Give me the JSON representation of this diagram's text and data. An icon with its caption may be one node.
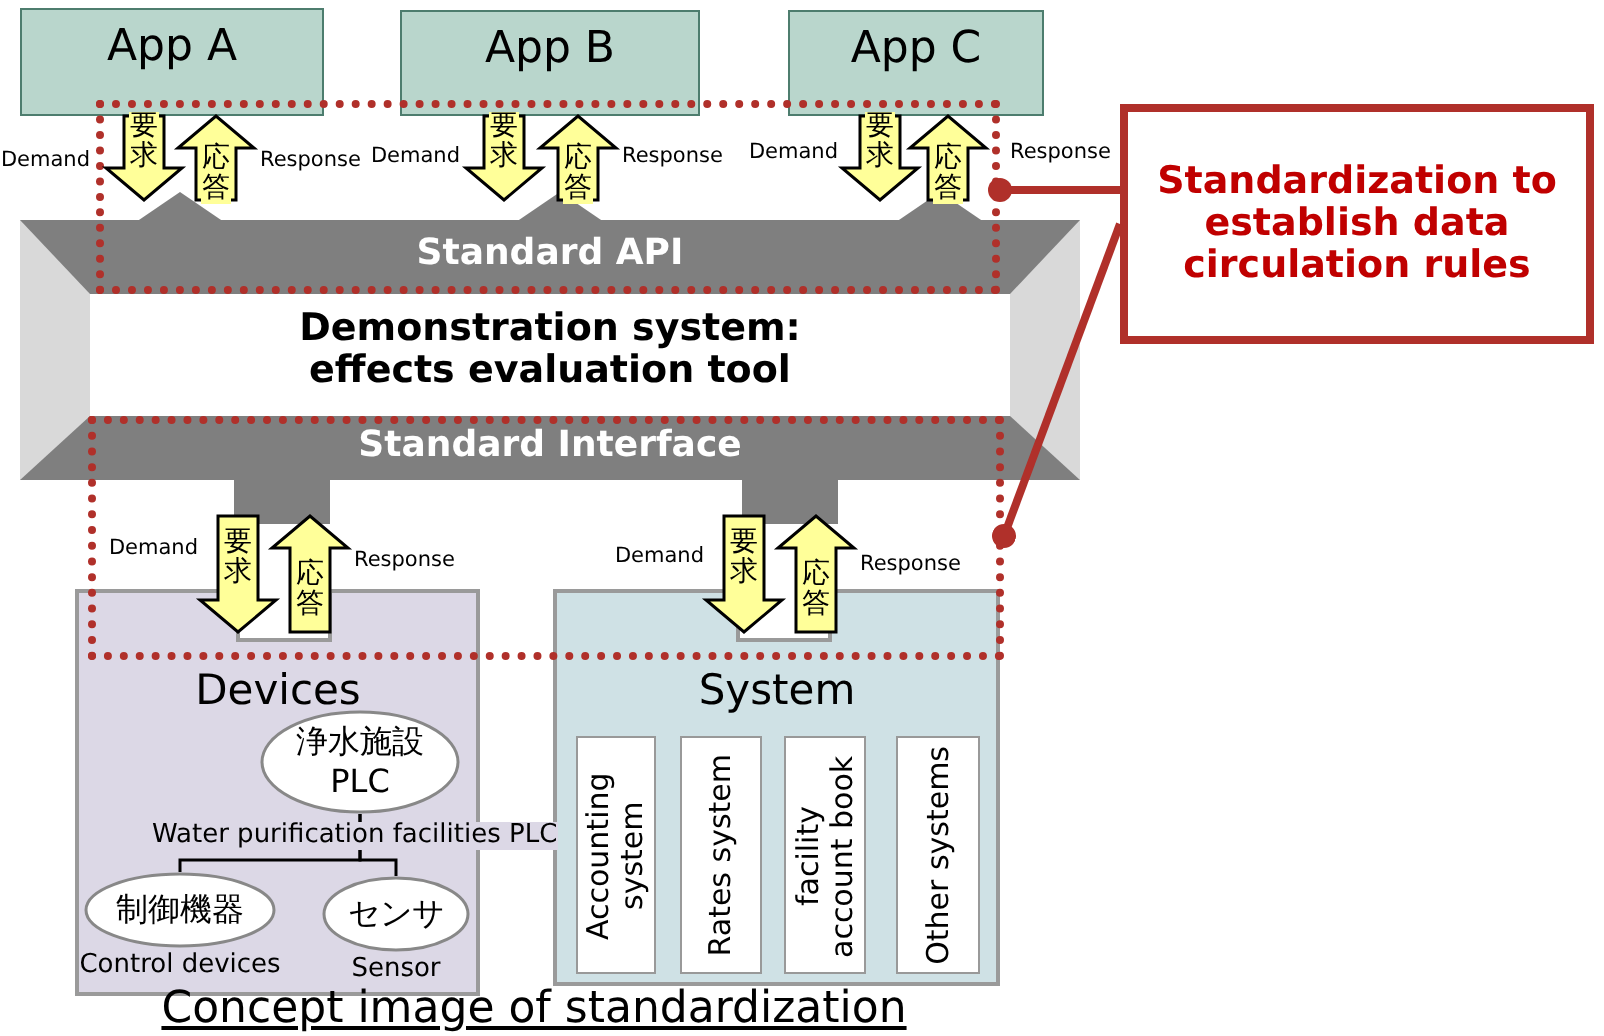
{
  "diagram": {
    "caption": "Concept image of standardization",
    "nodes": [
      {
        "text": [
          "App A"
        ]
      },
      {
        "text": [
          "App B"
        ]
      },
      {
        "text": [
          "App C"
        ]
      },
      {
        "text": [
          "Demonstration system: effects evaluation tool"
        ]
      },
      {
        "text": [
          "Standard API"
        ],
        "in": 3
      },
      {
        "text": [
          "Standard Interface"
        ],
        "in": 3
      },
      {
        "text": [
          "Devices"
        ]
      },
      {
        "text": [
          "浄水施設 PLC"
        ],
        "beside": [
          "Water purification facilities PLC"
        ],
        "in": 6
      },
      {
        "text": [
          "制御機器"
        ],
        "beside": [
          "Control devices"
        ],
        "in": 6
      },
      {
        "text": [
          "センサ"
        ],
        "beside": [
          "Sensor"
        ],
        "in": 6
      },
      {
        "text": [
          "System"
        ]
      },
      {
        "text": [
          "Accounting system"
        ],
        "in": 10
      },
      {
        "text": [
          "Rates system"
        ],
        "in": 10
      },
      {
        "text": [
          "facility account book"
        ],
        "in": 10
      },
      {
        "text": [
          "Other systems"
        ],
        "in": 10
      },
      {
        "text": [
          "Standardization to establish data circulation rules"
        ]
      },
      {
        "text": [],
        "shape": "box"
      },
      {
        "text": [],
        "shape": "box"
      }
    ],
    "edges": [
      {
        "from": 0,
        "to": 4,
        "arrow": "to",
        "label": "要求"
      },
      {
        "from": 4,
        "to": 0,
        "arrow": "to",
        "label": "応答"
      },
      {
        "from": 1,
        "to": 4,
        "arrow": "to",
        "label": "要求"
      },
      {
        "from": 4,
        "to": 1,
        "arrow": "to",
        "label": "応答"
      },
      {
        "from": 2,
        "to": 4,
        "arrow": "to",
        "label": "要求"
      },
      {
        "from": 4,
        "to": 2,
        "arrow": "to",
        "label": "応答"
      },
      {
        "from": 5,
        "to": 6,
        "arrow": "to",
        "label": "要求"
      },
      {
        "from": 6,
        "to": 5,
        "arrow": "to",
        "label": "応答"
      },
      {
        "from": 5,
        "to": 10,
        "arrow": "to",
        "label": "要求"
      },
      {
        "from": 10,
        "to": 5,
        "arrow": "to",
        "label": "応答"
      },
      {
        "from": 7,
        "to": 8,
        "arrow": "none"
      },
      {
        "from": 7,
        "to": 9,
        "arrow": "none"
      },
      {
        "from": 15,
        "to": 16,
        "arrow": "other",
        "style": "thick",
        "color": "#b0302a"
      },
      {
        "from": 15,
        "to": 17,
        "arrow": "other",
        "style": "thick",
        "color": "#b0302a"
      }
    ],
    "labels": [
      "Demand",
      "Response",
      "Demand",
      "Response",
      "Demand",
      "Response",
      "Demand",
      "Response",
      "Demand",
      "Response"
    ]
  }
}
